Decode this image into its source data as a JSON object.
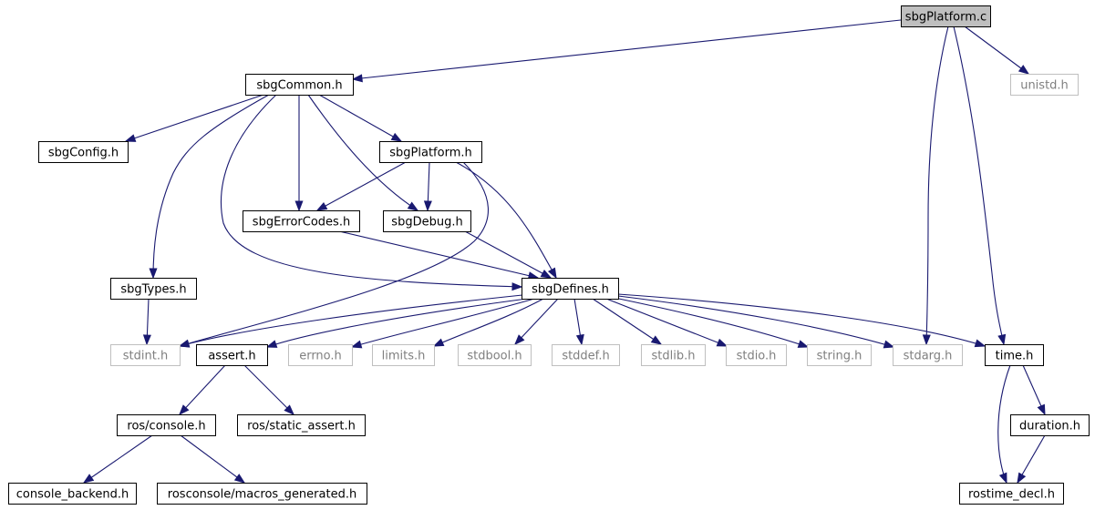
{
  "colors": {
    "edge": "#191970",
    "root_fill": "#bfbfbf",
    "node_border": "#000000",
    "external_border": "#bfbfbf",
    "external_text": "#7f7f7f"
  },
  "nodes": {
    "sbgPlatform_c": {
      "label": "sbgPlatform.c",
      "kind": "root"
    },
    "sbgCommon_h": {
      "label": "sbgCommon.h",
      "kind": "internal"
    },
    "unistd_h": {
      "label": "unistd.h",
      "kind": "external"
    },
    "sbgConfig_h": {
      "label": "sbgConfig.h",
      "kind": "internal"
    },
    "sbgPlatform_h": {
      "label": "sbgPlatform.h",
      "kind": "internal"
    },
    "sbgErrorCodes_h": {
      "label": "sbgErrorCodes.h",
      "kind": "internal"
    },
    "sbgDebug_h": {
      "label": "sbgDebug.h",
      "kind": "internal"
    },
    "sbgTypes_h": {
      "label": "sbgTypes.h",
      "kind": "internal"
    },
    "sbgDefines_h": {
      "label": "sbgDefines.h",
      "kind": "internal"
    },
    "stdint_h": {
      "label": "stdint.h",
      "kind": "external"
    },
    "assert_h": {
      "label": "assert.h",
      "kind": "internal"
    },
    "errno_h": {
      "label": "errno.h",
      "kind": "external"
    },
    "limits_h": {
      "label": "limits.h",
      "kind": "external"
    },
    "stdbool_h": {
      "label": "stdbool.h",
      "kind": "external"
    },
    "stddef_h": {
      "label": "stddef.h",
      "kind": "external"
    },
    "stdlib_h": {
      "label": "stdlib.h",
      "kind": "external"
    },
    "stdio_h": {
      "label": "stdio.h",
      "kind": "external"
    },
    "string_h": {
      "label": "string.h",
      "kind": "external"
    },
    "stdarg_h": {
      "label": "stdarg.h",
      "kind": "external"
    },
    "time_h": {
      "label": "time.h",
      "kind": "internal"
    },
    "ros_console_h": {
      "label": "ros/console.h",
      "kind": "internal"
    },
    "ros_static_assert_h": {
      "label": "ros/static_assert.h",
      "kind": "internal"
    },
    "duration_h": {
      "label": "duration.h",
      "kind": "internal"
    },
    "console_backend_h": {
      "label": "console_backend.h",
      "kind": "internal"
    },
    "rosconsole_macros_generated_h": {
      "label": "rosconsole/macros_generated.h",
      "kind": "internal"
    },
    "rostime_decl_h": {
      "label": "rostime_decl.h",
      "kind": "internal"
    }
  },
  "edges": [
    {
      "from": "sbgPlatform_c",
      "to": "sbgCommon_h"
    },
    {
      "from": "sbgPlatform_c",
      "to": "unistd_h"
    },
    {
      "from": "sbgPlatform_c",
      "to": "stdarg_h"
    },
    {
      "from": "sbgPlatform_c",
      "to": "time_h"
    },
    {
      "from": "sbgCommon_h",
      "to": "sbgConfig_h"
    },
    {
      "from": "sbgCommon_h",
      "to": "sbgTypes_h"
    },
    {
      "from": "sbgCommon_h",
      "to": "sbgDefines_h"
    },
    {
      "from": "sbgCommon_h",
      "to": "sbgErrorCodes_h"
    },
    {
      "from": "sbgCommon_h",
      "to": "sbgDebug_h"
    },
    {
      "from": "sbgCommon_h",
      "to": "sbgPlatform_h"
    },
    {
      "from": "sbgPlatform_h",
      "to": "sbgErrorCodes_h"
    },
    {
      "from": "sbgPlatform_h",
      "to": "sbgDebug_h"
    },
    {
      "from": "sbgPlatform_h",
      "to": "sbgDefines_h"
    },
    {
      "from": "sbgPlatform_h",
      "to": "stdint_h"
    },
    {
      "from": "sbgErrorCodes_h",
      "to": "sbgDefines_h"
    },
    {
      "from": "sbgDebug_h",
      "to": "sbgDefines_h"
    },
    {
      "from": "sbgTypes_h",
      "to": "stdint_h"
    },
    {
      "from": "sbgDefines_h",
      "to": "stdint_h"
    },
    {
      "from": "sbgDefines_h",
      "to": "assert_h"
    },
    {
      "from": "sbgDefines_h",
      "to": "errno_h"
    },
    {
      "from": "sbgDefines_h",
      "to": "limits_h"
    },
    {
      "from": "sbgDefines_h",
      "to": "stdbool_h"
    },
    {
      "from": "sbgDefines_h",
      "to": "stddef_h"
    },
    {
      "from": "sbgDefines_h",
      "to": "stdlib_h"
    },
    {
      "from": "sbgDefines_h",
      "to": "stdio_h"
    },
    {
      "from": "sbgDefines_h",
      "to": "string_h"
    },
    {
      "from": "sbgDefines_h",
      "to": "stdarg_h"
    },
    {
      "from": "sbgDefines_h",
      "to": "time_h"
    },
    {
      "from": "assert_h",
      "to": "ros_console_h"
    },
    {
      "from": "assert_h",
      "to": "ros_static_assert_h"
    },
    {
      "from": "ros_console_h",
      "to": "console_backend_h"
    },
    {
      "from": "ros_console_h",
      "to": "rosconsole_macros_generated_h"
    },
    {
      "from": "time_h",
      "to": "duration_h"
    },
    {
      "from": "time_h",
      "to": "rostime_decl_h"
    },
    {
      "from": "duration_h",
      "to": "rostime_decl_h"
    }
  ]
}
